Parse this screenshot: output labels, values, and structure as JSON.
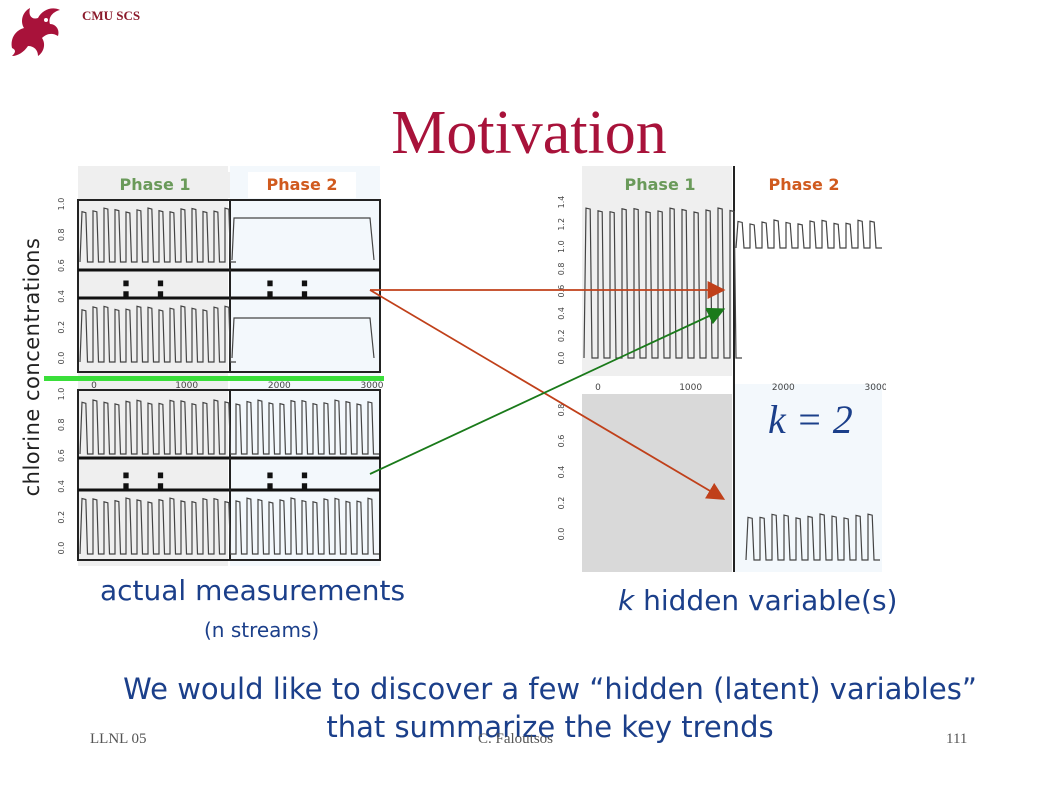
{
  "header": {
    "org": "CMU SCS"
  },
  "title": "Motivation",
  "left_panel": {
    "phase1": "Phase 1",
    "phase2": "Phase 2",
    "y_ticks": [
      "1.0",
      "0.8",
      "0.6",
      "0.4",
      "0.2",
      "0.0"
    ],
    "x_ticks": [
      "0",
      "1000",
      "2000",
      "3000"
    ],
    "dots": ": :",
    "ylabel": "chlorine concentrations",
    "caption": "actual measurements",
    "subcaption": "(n streams)"
  },
  "right_panel": {
    "phase1": "Phase 1",
    "phase2": "Phase 2",
    "y_ticks_top": [
      "1.4",
      "1.2",
      "1.0",
      "0.8",
      "0.6",
      "0.4",
      "0.2",
      "0.0"
    ],
    "y_ticks_bottom": [
      "0.8",
      "0.6",
      "0.4",
      "0.2",
      "0.0"
    ],
    "x_ticks": [
      "0",
      "1000",
      "2000",
      "3000"
    ],
    "k_label": "k = 2",
    "caption": "k hidden variable(s)"
  },
  "summary": "We would like to discover a few “hidden (latent) variables” that summarize the key trends",
  "footer": {
    "left": "LLNL 05",
    "center": "C. Faloutsos",
    "right": "111"
  },
  "colors": {
    "title": "#a8123a",
    "text_blue": "#1b3f8a",
    "arrow_red": "#c0401a",
    "arrow_green": "#1a7a1a",
    "separator_green": "#3adf3a"
  }
}
